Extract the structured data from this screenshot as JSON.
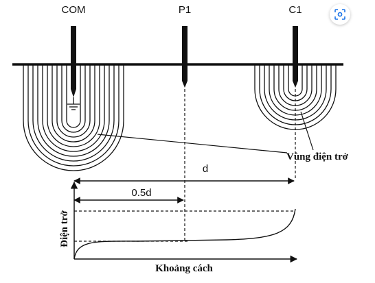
{
  "labels": {
    "com": "COM",
    "p1": "P1",
    "c1": "C1",
    "zone": "Vùng điện trở",
    "distance_d": "d",
    "distance_half_d": "0.5d",
    "y_axis": "Điện trở",
    "x_axis": "Khoảng cách"
  },
  "icons": {
    "lens": "image-search-icon"
  },
  "colors": {
    "ink": "#111111",
    "background": "#ffffff",
    "lens_icon": "#1a73e8"
  }
}
